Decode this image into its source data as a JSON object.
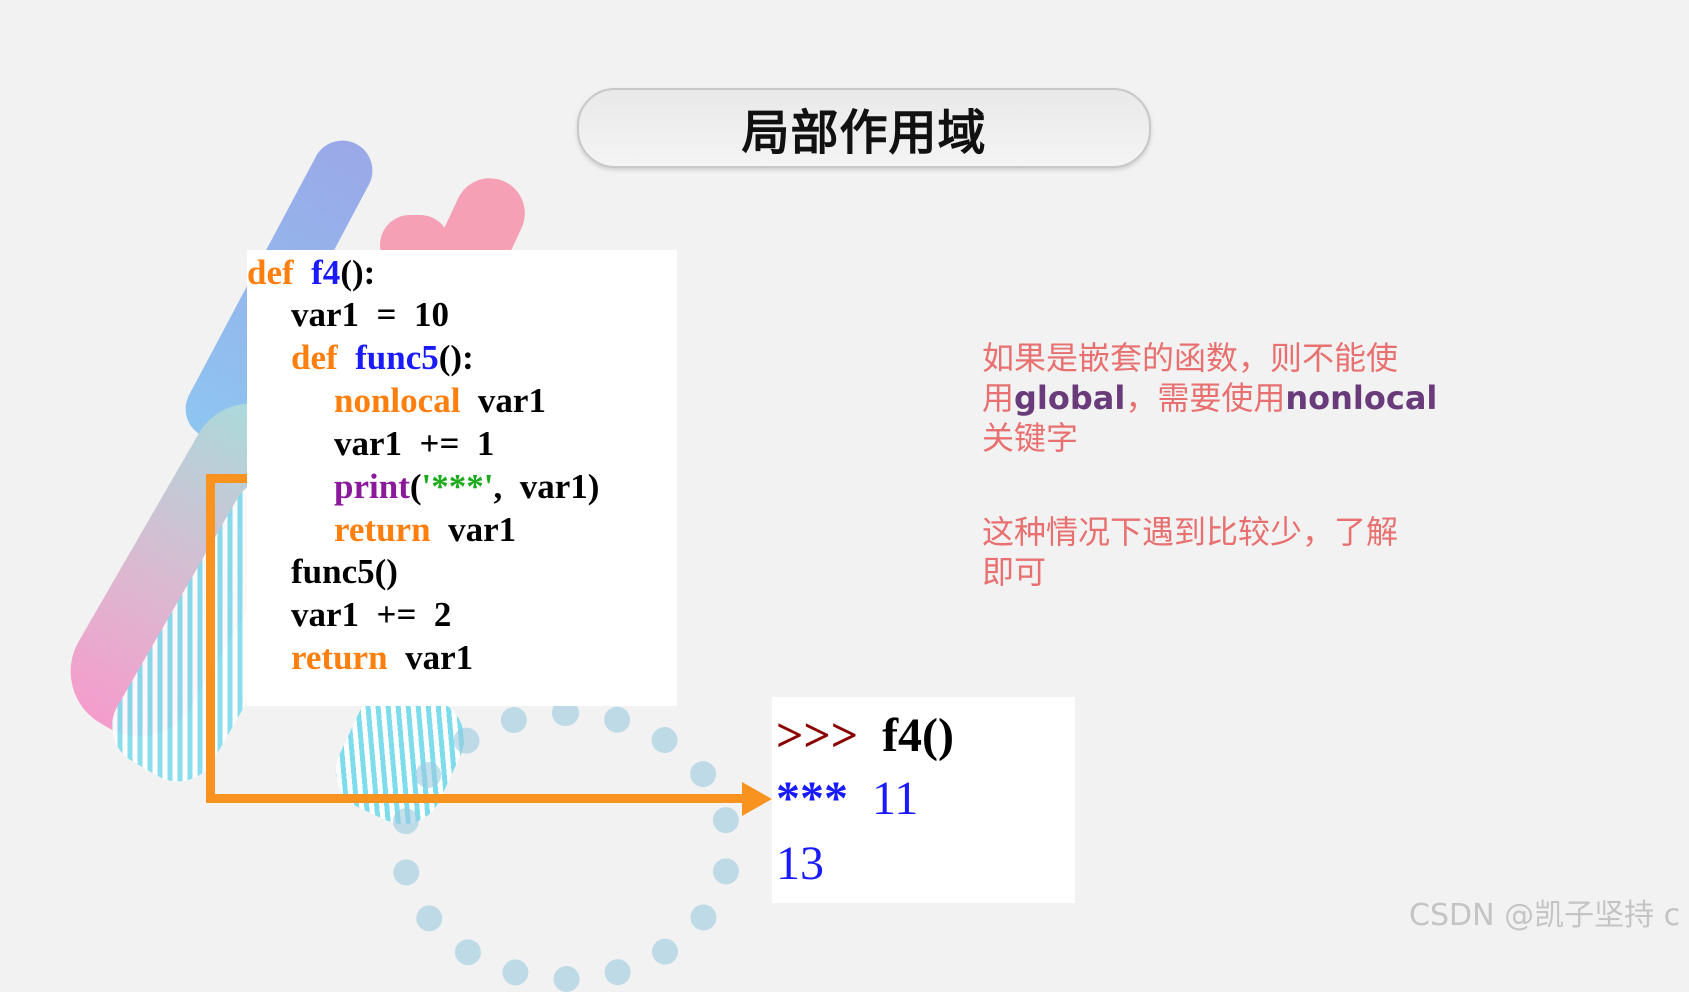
{
  "title": "局部作用域",
  "code": {
    "line1": {
      "kw": "def",
      "fn": "f4",
      "rest": "():"
    },
    "line2": "var1  =  10",
    "line3": {
      "kw": "def",
      "fn": "func5",
      "rest": "():"
    },
    "line4": {
      "kw": "nonlocal",
      "rest": "var1"
    },
    "line5": "var1  +=  1",
    "line6": {
      "pr": "print",
      "open": "(",
      "str": "'***'",
      "rest": ",  var1)"
    },
    "line7": {
      "kw": "return",
      "rest": "var1"
    },
    "line8": "func5()",
    "line9": "var1  +=  2",
    "line10": {
      "kw": "return",
      "rest": "var1"
    }
  },
  "output": {
    "prompt": ">>>",
    "command": "f4()",
    "stars": "***",
    "value1": "11",
    "value2": "13"
  },
  "note": {
    "p1_line1": "如果是嵌套的函数，则不能使",
    "p1_line2_a": "用",
    "p1_line2_b": "global",
    "p1_line2_c": "，需要使用",
    "p1_line2_d": "nonlocal",
    "p1_line3": "关键字",
    "p2_line1": "这种情况下遇到比较少，了解",
    "p2_line2": "即可"
  },
  "watermark": "CSDN @凯子坚持 c",
  "colors": {
    "keyword": "#ff7f0e",
    "function": "#1a1aff",
    "builtin": "#8b1a9b",
    "string": "#1aaa1a",
    "note": "#e87070",
    "note_code": "#6a3b7a",
    "arrow": "#f7931e",
    "prompt": "#8b0000"
  }
}
